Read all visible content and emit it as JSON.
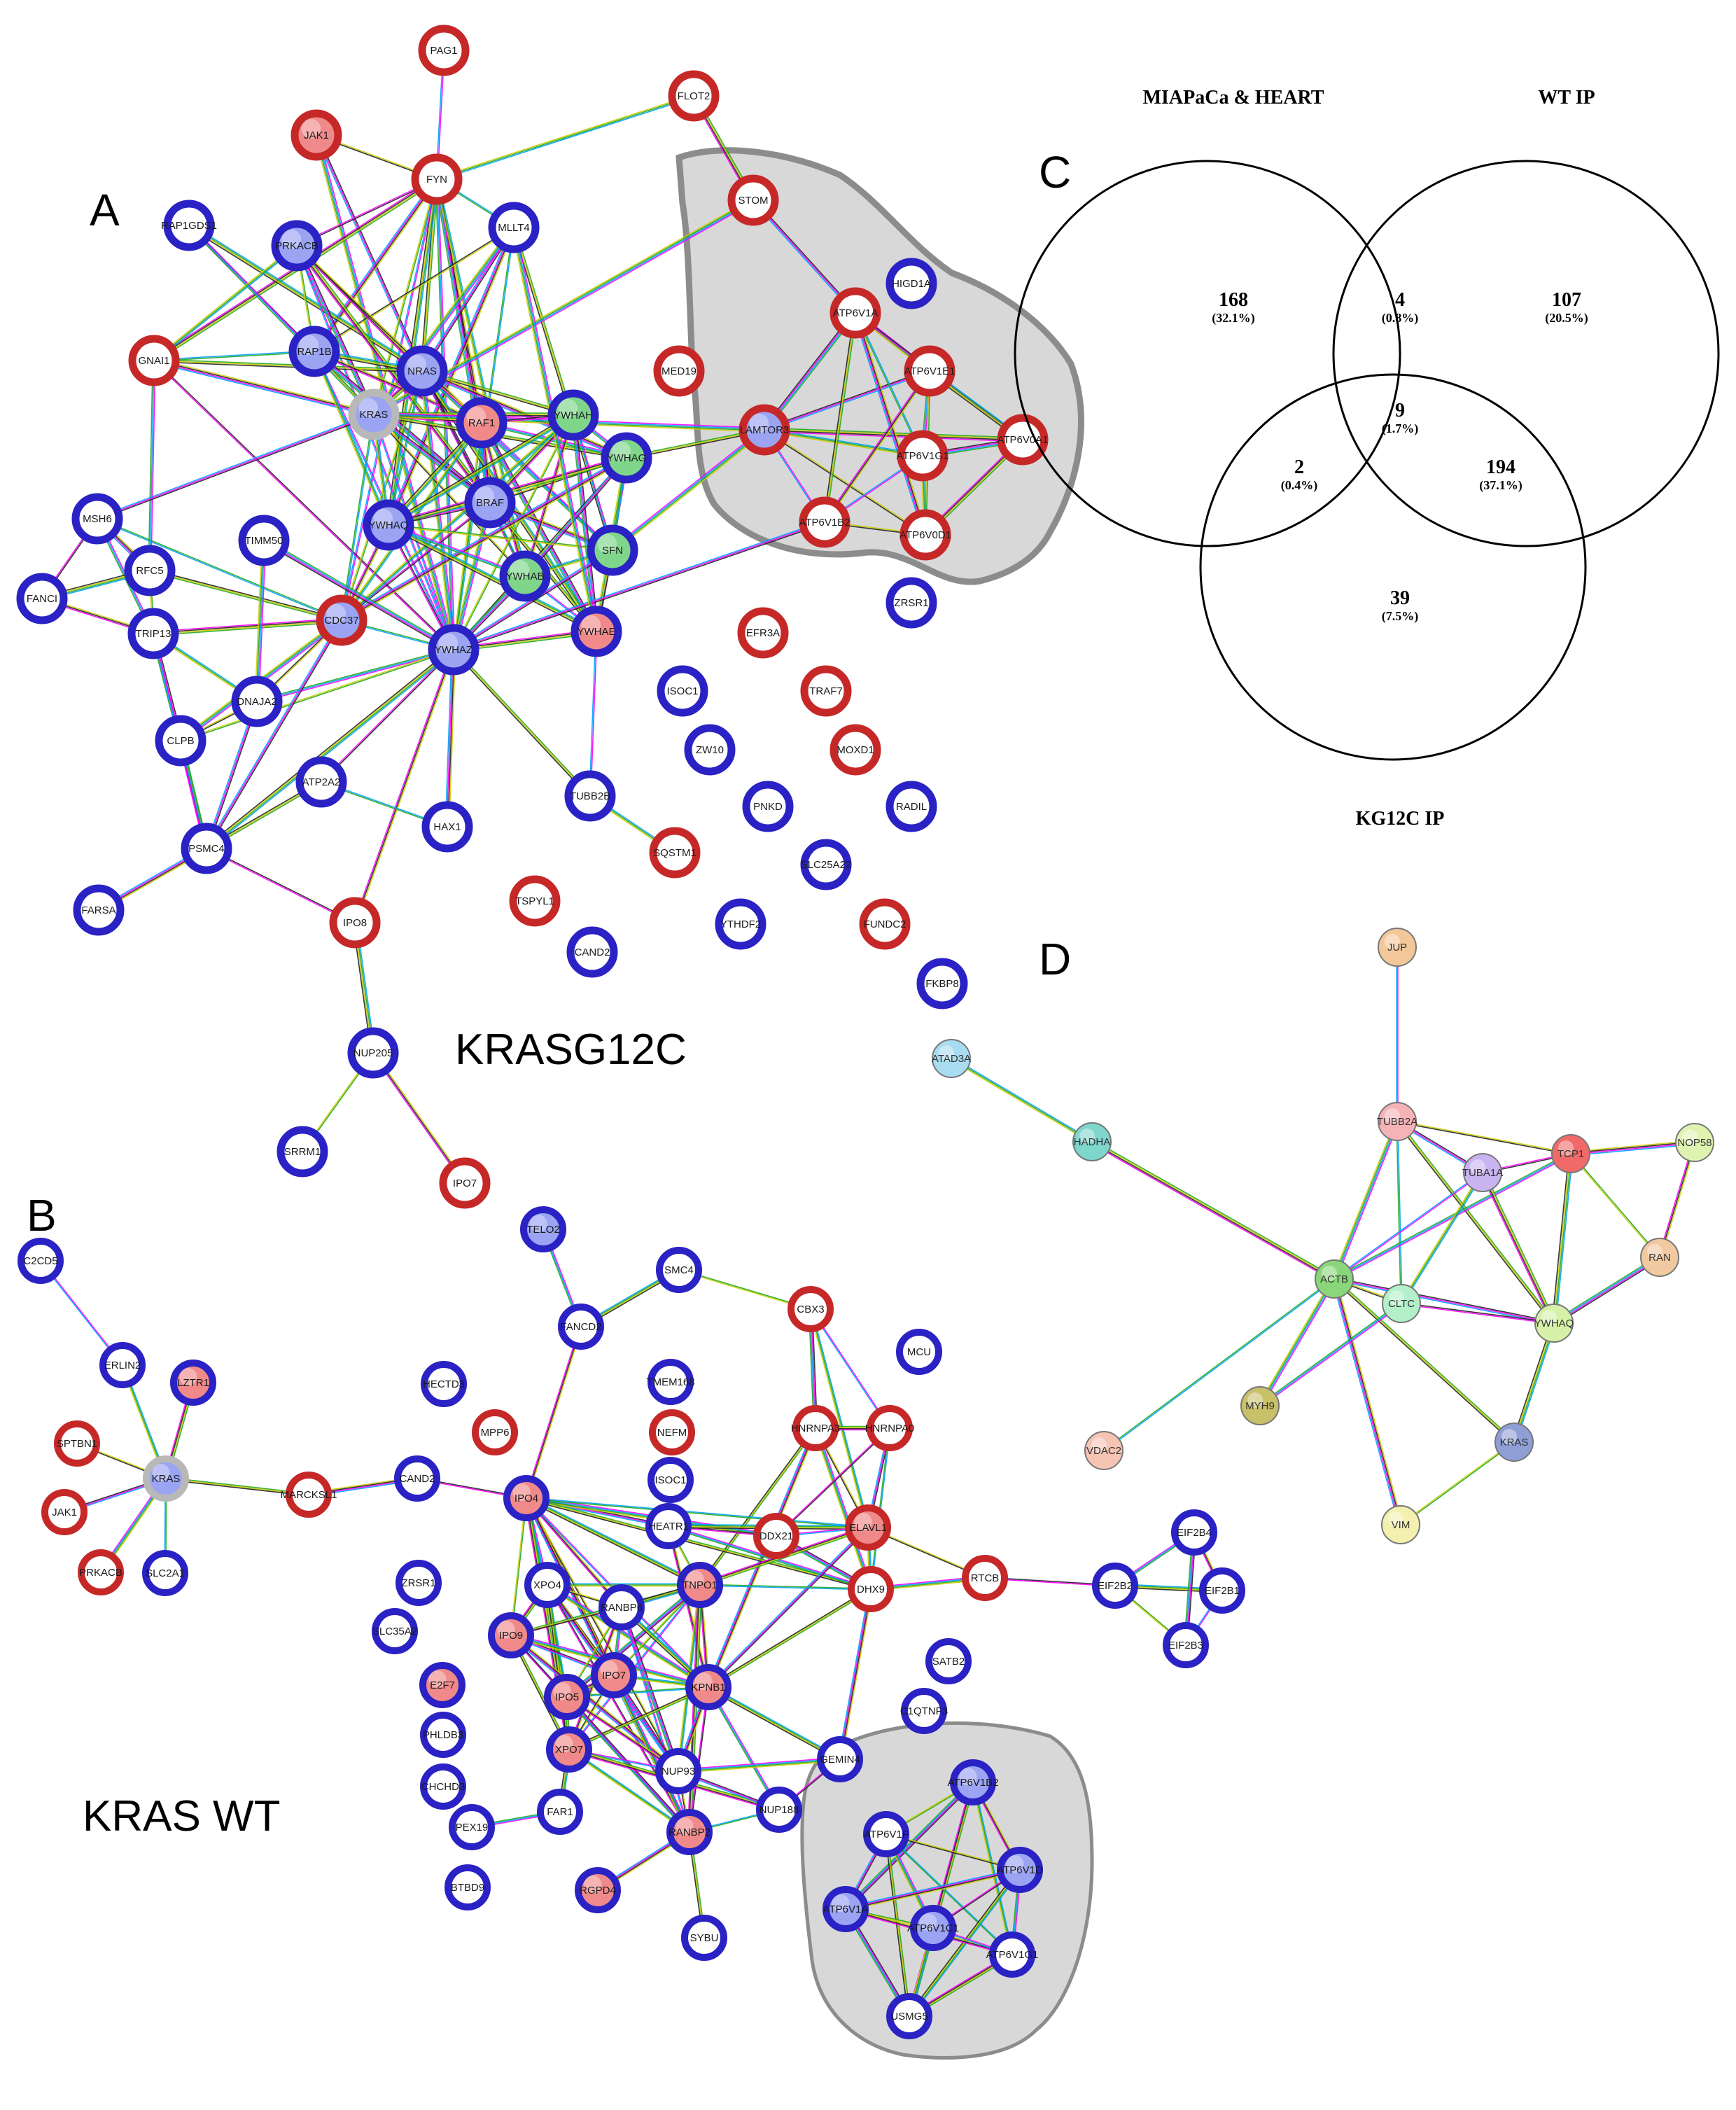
{
  "panels": {
    "a": "A",
    "b": "B",
    "c": "C",
    "d": "D"
  },
  "network_titles": {
    "g12c": "KRASG12C",
    "wt": "KRAS WT"
  },
  "venn": {
    "labels": {
      "left": "MIAPaCa & HEART",
      "right": "WT IP",
      "bottom": "KG12C IP"
    },
    "regions": [
      {
        "id": "left_only",
        "count": "168",
        "percent": "(32.1%)"
      },
      {
        "id": "left_right",
        "count": "4",
        "percent": "(0.8%)"
      },
      {
        "id": "right_only",
        "count": "107",
        "percent": "(20.5%)"
      },
      {
        "id": "all_three",
        "count": "9",
        "percent": "(1.7%)"
      },
      {
        "id": "left_bottom",
        "count": "2",
        "percent": "(0.4%)"
      },
      {
        "id": "right_bottom",
        "count": "194",
        "percent": "(37.1%)"
      },
      {
        "id": "bottom_only",
        "count": "39",
        "percent": "(7.5%)"
      }
    ]
  },
  "colors": {
    "red": "#c62828",
    "blue": "#2a22c4",
    "fill_white": "#ffffff",
    "fill_pink": "#f08a8a",
    "fill_lightblue": "#9aa4f2",
    "fill_green": "#7fd68a",
    "cluster_fill": "#d8d8d8",
    "cluster_stroke": "#8c8c8c"
  },
  "network_a": {
    "nodes": [
      {
        "id": "PAG1",
        "ring": "red",
        "fill": "white"
      },
      {
        "id": "FLOT2",
        "ring": "red",
        "fill": "white"
      },
      {
        "id": "JAK1",
        "ring": "red",
        "fill": "pink"
      },
      {
        "id": "FYN",
        "ring": "red",
        "fill": "white"
      },
      {
        "id": "MLLT4",
        "ring": "blue",
        "fill": "white"
      },
      {
        "id": "RAP1GDS1",
        "ring": "blue",
        "fill": "white"
      },
      {
        "id": "PRKACB",
        "ring": "blue",
        "fill": "lightblue"
      },
      {
        "id": "STOM",
        "ring": "red",
        "fill": "white"
      },
      {
        "id": "HIGD1A",
        "ring": "blue",
        "fill": "white"
      },
      {
        "id": "GNAI1",
        "ring": "red",
        "fill": "white"
      },
      {
        "id": "RAP1B",
        "ring": "blue",
        "fill": "lightblue"
      },
      {
        "id": "NRAS",
        "ring": "blue",
        "fill": "lightblue"
      },
      {
        "id": "KRAS",
        "ring": "grey",
        "fill": "lightblue"
      },
      {
        "id": "MED19",
        "ring": "red",
        "fill": "white"
      },
      {
        "id": "ATP6V1A",
        "ring": "red",
        "fill": "white"
      },
      {
        "id": "ATP6V1E1",
        "ring": "red",
        "fill": "white"
      },
      {
        "id": "RAF1",
        "ring": "blue",
        "fill": "pink"
      },
      {
        "id": "YWHAH",
        "ring": "blue",
        "fill": "green"
      },
      {
        "id": "YWHAG",
        "ring": "blue",
        "fill": "green"
      },
      {
        "id": "LAMTOR3",
        "ring": "red",
        "fill": "lightblue"
      },
      {
        "id": "ATP6V1G1",
        "ring": "red",
        "fill": "white"
      },
      {
        "id": "ATP6V0A1",
        "ring": "red",
        "fill": "white"
      },
      {
        "id": "MSH6",
        "ring": "blue",
        "fill": "white"
      },
      {
        "id": "TIMM50",
        "ring": "blue",
        "fill": "white"
      },
      {
        "id": "YWHAQ",
        "ring": "blue",
        "fill": "lightblue"
      },
      {
        "id": "BRAF",
        "ring": "blue",
        "fill": "lightblue"
      },
      {
        "id": "ATP6V1B2",
        "ring": "red",
        "fill": "white"
      },
      {
        "id": "ATP6V0D1",
        "ring": "red",
        "fill": "white"
      },
      {
        "id": "RFC5",
        "ring": "blue",
        "fill": "white"
      },
      {
        "id": "FANCI",
        "ring": "blue",
        "fill": "white"
      },
      {
        "id": "SFN",
        "ring": "blue",
        "fill": "green"
      },
      {
        "id": "YWHAB",
        "ring": "blue",
        "fill": "green"
      },
      {
        "id": "ZRSR1",
        "ring": "blue",
        "fill": "white"
      },
      {
        "id": "TRIP13",
        "ring": "blue",
        "fill": "white"
      },
      {
        "id": "CDC37",
        "ring": "red",
        "fill": "lightblue"
      },
      {
        "id": "YWHAZ",
        "ring": "blue",
        "fill": "lightblue"
      },
      {
        "id": "YWHAE",
        "ring": "blue",
        "fill": "pink"
      },
      {
        "id": "EFR3A",
        "ring": "red",
        "fill": "white"
      },
      {
        "id": "DNAJA2",
        "ring": "blue",
        "fill": "white"
      },
      {
        "id": "ISOC1",
        "ring": "blue",
        "fill": "white"
      },
      {
        "id": "TRAF7",
        "ring": "red",
        "fill": "white"
      },
      {
        "id": "CLPB",
        "ring": "blue",
        "fill": "white"
      },
      {
        "id": "ZW10",
        "ring": "blue",
        "fill": "white"
      },
      {
        "id": "MOXD1",
        "ring": "red",
        "fill": "white"
      },
      {
        "id": "ATP2A2",
        "ring": "blue",
        "fill": "white"
      },
      {
        "id": "TUBB2B",
        "ring": "blue",
        "fill": "white"
      },
      {
        "id": "PNKD",
        "ring": "blue",
        "fill": "white"
      },
      {
        "id": "RADIL",
        "ring": "blue",
        "fill": "white"
      },
      {
        "id": "HAX1",
        "ring": "blue",
        "fill": "white"
      },
      {
        "id": "PSMC4",
        "ring": "blue",
        "fill": "white"
      },
      {
        "id": "SQSTM1",
        "ring": "red",
        "fill": "white"
      },
      {
        "id": "SLC25A22",
        "ring": "blue",
        "fill": "white"
      },
      {
        "id": "TSPYL1",
        "ring": "red",
        "fill": "white"
      },
      {
        "id": "FARSA",
        "ring": "blue",
        "fill": "white"
      },
      {
        "id": "IPO8",
        "ring": "red",
        "fill": "white"
      },
      {
        "id": "YTHDF2",
        "ring": "blue",
        "fill": "white"
      },
      {
        "id": "FUNDC2",
        "ring": "red",
        "fill": "white"
      },
      {
        "id": "CAND2",
        "ring": "blue",
        "fill": "white"
      },
      {
        "id": "FKBP8",
        "ring": "blue",
        "fill": "white"
      },
      {
        "id": "NUP205",
        "ring": "blue",
        "fill": "white"
      },
      {
        "id": "SRRM1",
        "ring": "blue",
        "fill": "white"
      },
      {
        "id": "IPO7",
        "ring": "red",
        "fill": "white"
      }
    ]
  },
  "network_b": {
    "nodes": [
      {
        "id": "C2CD5",
        "ring": "blue",
        "fill": "white"
      },
      {
        "id": "TELO2",
        "ring": "blue",
        "fill": "lightblue"
      },
      {
        "id": "SMC4",
        "ring": "blue",
        "fill": "white"
      },
      {
        "id": "ERLIN2",
        "ring": "blue",
        "fill": "white"
      },
      {
        "id": "LZTR1",
        "ring": "blue",
        "fill": "pink"
      },
      {
        "id": "FANCD2",
        "ring": "blue",
        "fill": "white"
      },
      {
        "id": "CBX3",
        "ring": "red",
        "fill": "white"
      },
      {
        "id": "MCU",
        "ring": "blue",
        "fill": "white"
      },
      {
        "id": "HECTD3",
        "ring": "blue",
        "fill": "white"
      },
      {
        "id": "TMEM168",
        "ring": "blue",
        "fill": "white"
      },
      {
        "id": "SPTBN1",
        "ring": "red",
        "fill": "white"
      },
      {
        "id": "MPP6",
        "ring": "red",
        "fill": "white"
      },
      {
        "id": "NEFM",
        "ring": "red",
        "fill": "white"
      },
      {
        "id": "HNRNPA3",
        "ring": "red",
        "fill": "white"
      },
      {
        "id": "HNRNPA0",
        "ring": "red",
        "fill": "white"
      },
      {
        "id": "KRAS",
        "ring": "grey",
        "fill": "lightblue"
      },
      {
        "id": "MARCKSL1",
        "ring": "red",
        "fill": "white"
      },
      {
        "id": "CAND2",
        "ring": "blue",
        "fill": "white"
      },
      {
        "id": "IPO4",
        "ring": "blue",
        "fill": "pink"
      },
      {
        "id": "ISOC1",
        "ring": "blue",
        "fill": "white"
      },
      {
        "id": "JAK1",
        "ring": "red",
        "fill": "white"
      },
      {
        "id": "HEATR1",
        "ring": "blue",
        "fill": "white"
      },
      {
        "id": "DDX21",
        "ring": "red",
        "fill": "white"
      },
      {
        "id": "ELAVL1",
        "ring": "red",
        "fill": "pink"
      },
      {
        "id": "EIF2B4",
        "ring": "blue",
        "fill": "white"
      },
      {
        "id": "PRKACB",
        "ring": "red",
        "fill": "white"
      },
      {
        "id": "SLC2A1",
        "ring": "blue",
        "fill": "white"
      },
      {
        "id": "ZRSR1",
        "ring": "blue",
        "fill": "white"
      },
      {
        "id": "XPO4",
        "ring": "blue",
        "fill": "white"
      },
      {
        "id": "TNPO1",
        "ring": "blue",
        "fill": "pink"
      },
      {
        "id": "DHX9",
        "ring": "red",
        "fill": "white"
      },
      {
        "id": "RTCB",
        "ring": "red",
        "fill": "white"
      },
      {
        "id": "EIF2B2",
        "ring": "blue",
        "fill": "white"
      },
      {
        "id": "EIF2B1",
        "ring": "blue",
        "fill": "white"
      },
      {
        "id": "SLC35A2",
        "ring": "blue",
        "fill": "white"
      },
      {
        "id": "IPO9",
        "ring": "blue",
        "fill": "pink"
      },
      {
        "id": "RANBP6",
        "ring": "blue",
        "fill": "white"
      },
      {
        "id": "EIF2B3",
        "ring": "blue",
        "fill": "white"
      },
      {
        "id": "SATB2",
        "ring": "blue",
        "fill": "white"
      },
      {
        "id": "E2F7",
        "ring": "blue",
        "fill": "pink"
      },
      {
        "id": "IPO7",
        "ring": "blue",
        "fill": "pink"
      },
      {
        "id": "KPNB1",
        "ring": "blue",
        "fill": "pink"
      },
      {
        "id": "IPO5",
        "ring": "blue",
        "fill": "pink"
      },
      {
        "id": "C1QTNF3",
        "ring": "blue",
        "fill": "white"
      },
      {
        "id": "PHLDB3",
        "ring": "blue",
        "fill": "white"
      },
      {
        "id": "XPO7",
        "ring": "blue",
        "fill": "pink"
      },
      {
        "id": "GEMIN4",
        "ring": "blue",
        "fill": "white"
      },
      {
        "id": "NUP93",
        "ring": "blue",
        "fill": "white"
      },
      {
        "id": "CHCHD3",
        "ring": "blue",
        "fill": "white"
      },
      {
        "id": "NUP188",
        "ring": "blue",
        "fill": "white"
      },
      {
        "id": "FAR1",
        "ring": "blue",
        "fill": "white"
      },
      {
        "id": "PEX19",
        "ring": "blue",
        "fill": "white"
      },
      {
        "id": "RANBP2",
        "ring": "blue",
        "fill": "pink"
      },
      {
        "id": "BTBD9",
        "ring": "blue",
        "fill": "white"
      },
      {
        "id": "RGPD4",
        "ring": "blue",
        "fill": "pink"
      },
      {
        "id": "SYBU",
        "ring": "blue",
        "fill": "white"
      },
      {
        "id": "ATP6V1B2",
        "ring": "blue",
        "fill": "lightblue"
      },
      {
        "id": "ATP6V1F",
        "ring": "blue",
        "fill": "white"
      },
      {
        "id": "ATP6V1D",
        "ring": "blue",
        "fill": "lightblue"
      },
      {
        "id": "ATP6V1A",
        "ring": "blue",
        "fill": "lightblue"
      },
      {
        "id": "ATP6V1C1",
        "ring": "blue",
        "fill": "lightblue"
      },
      {
        "id": "ATP6V1G1",
        "ring": "blue",
        "fill": "white"
      },
      {
        "id": "USMG5",
        "ring": "blue",
        "fill": "white"
      }
    ]
  },
  "network_d": {
    "nodes": [
      {
        "id": "JUP",
        "color": "#f4c79a"
      },
      {
        "id": "ATAD3A",
        "color": "#a8dcf0"
      },
      {
        "id": "TUBB2A",
        "color": "#f5b3b8"
      },
      {
        "id": "TCP1",
        "color": "#f06a6a"
      },
      {
        "id": "NOP58",
        "color": "#dff3b0"
      },
      {
        "id": "HADHA",
        "color": "#7fd6cc"
      },
      {
        "id": "TUBA1A",
        "color": "#c9b3f0"
      },
      {
        "id": "RAN",
        "color": "#f0c9a0"
      },
      {
        "id": "ACTB",
        "color": "#8ad67a"
      },
      {
        "id": "CLTC",
        "color": "#b3f0c9"
      },
      {
        "id": "YWHAQ",
        "color": "#d6f0a8"
      },
      {
        "id": "MYH9",
        "color": "#c9c06a"
      },
      {
        "id": "VDAC2",
        "color": "#f5c4b3"
      },
      {
        "id": "KRAS",
        "color": "#8f9fd6"
      },
      {
        "id": "VIM",
        "color": "#f3f0b0"
      }
    ]
  }
}
